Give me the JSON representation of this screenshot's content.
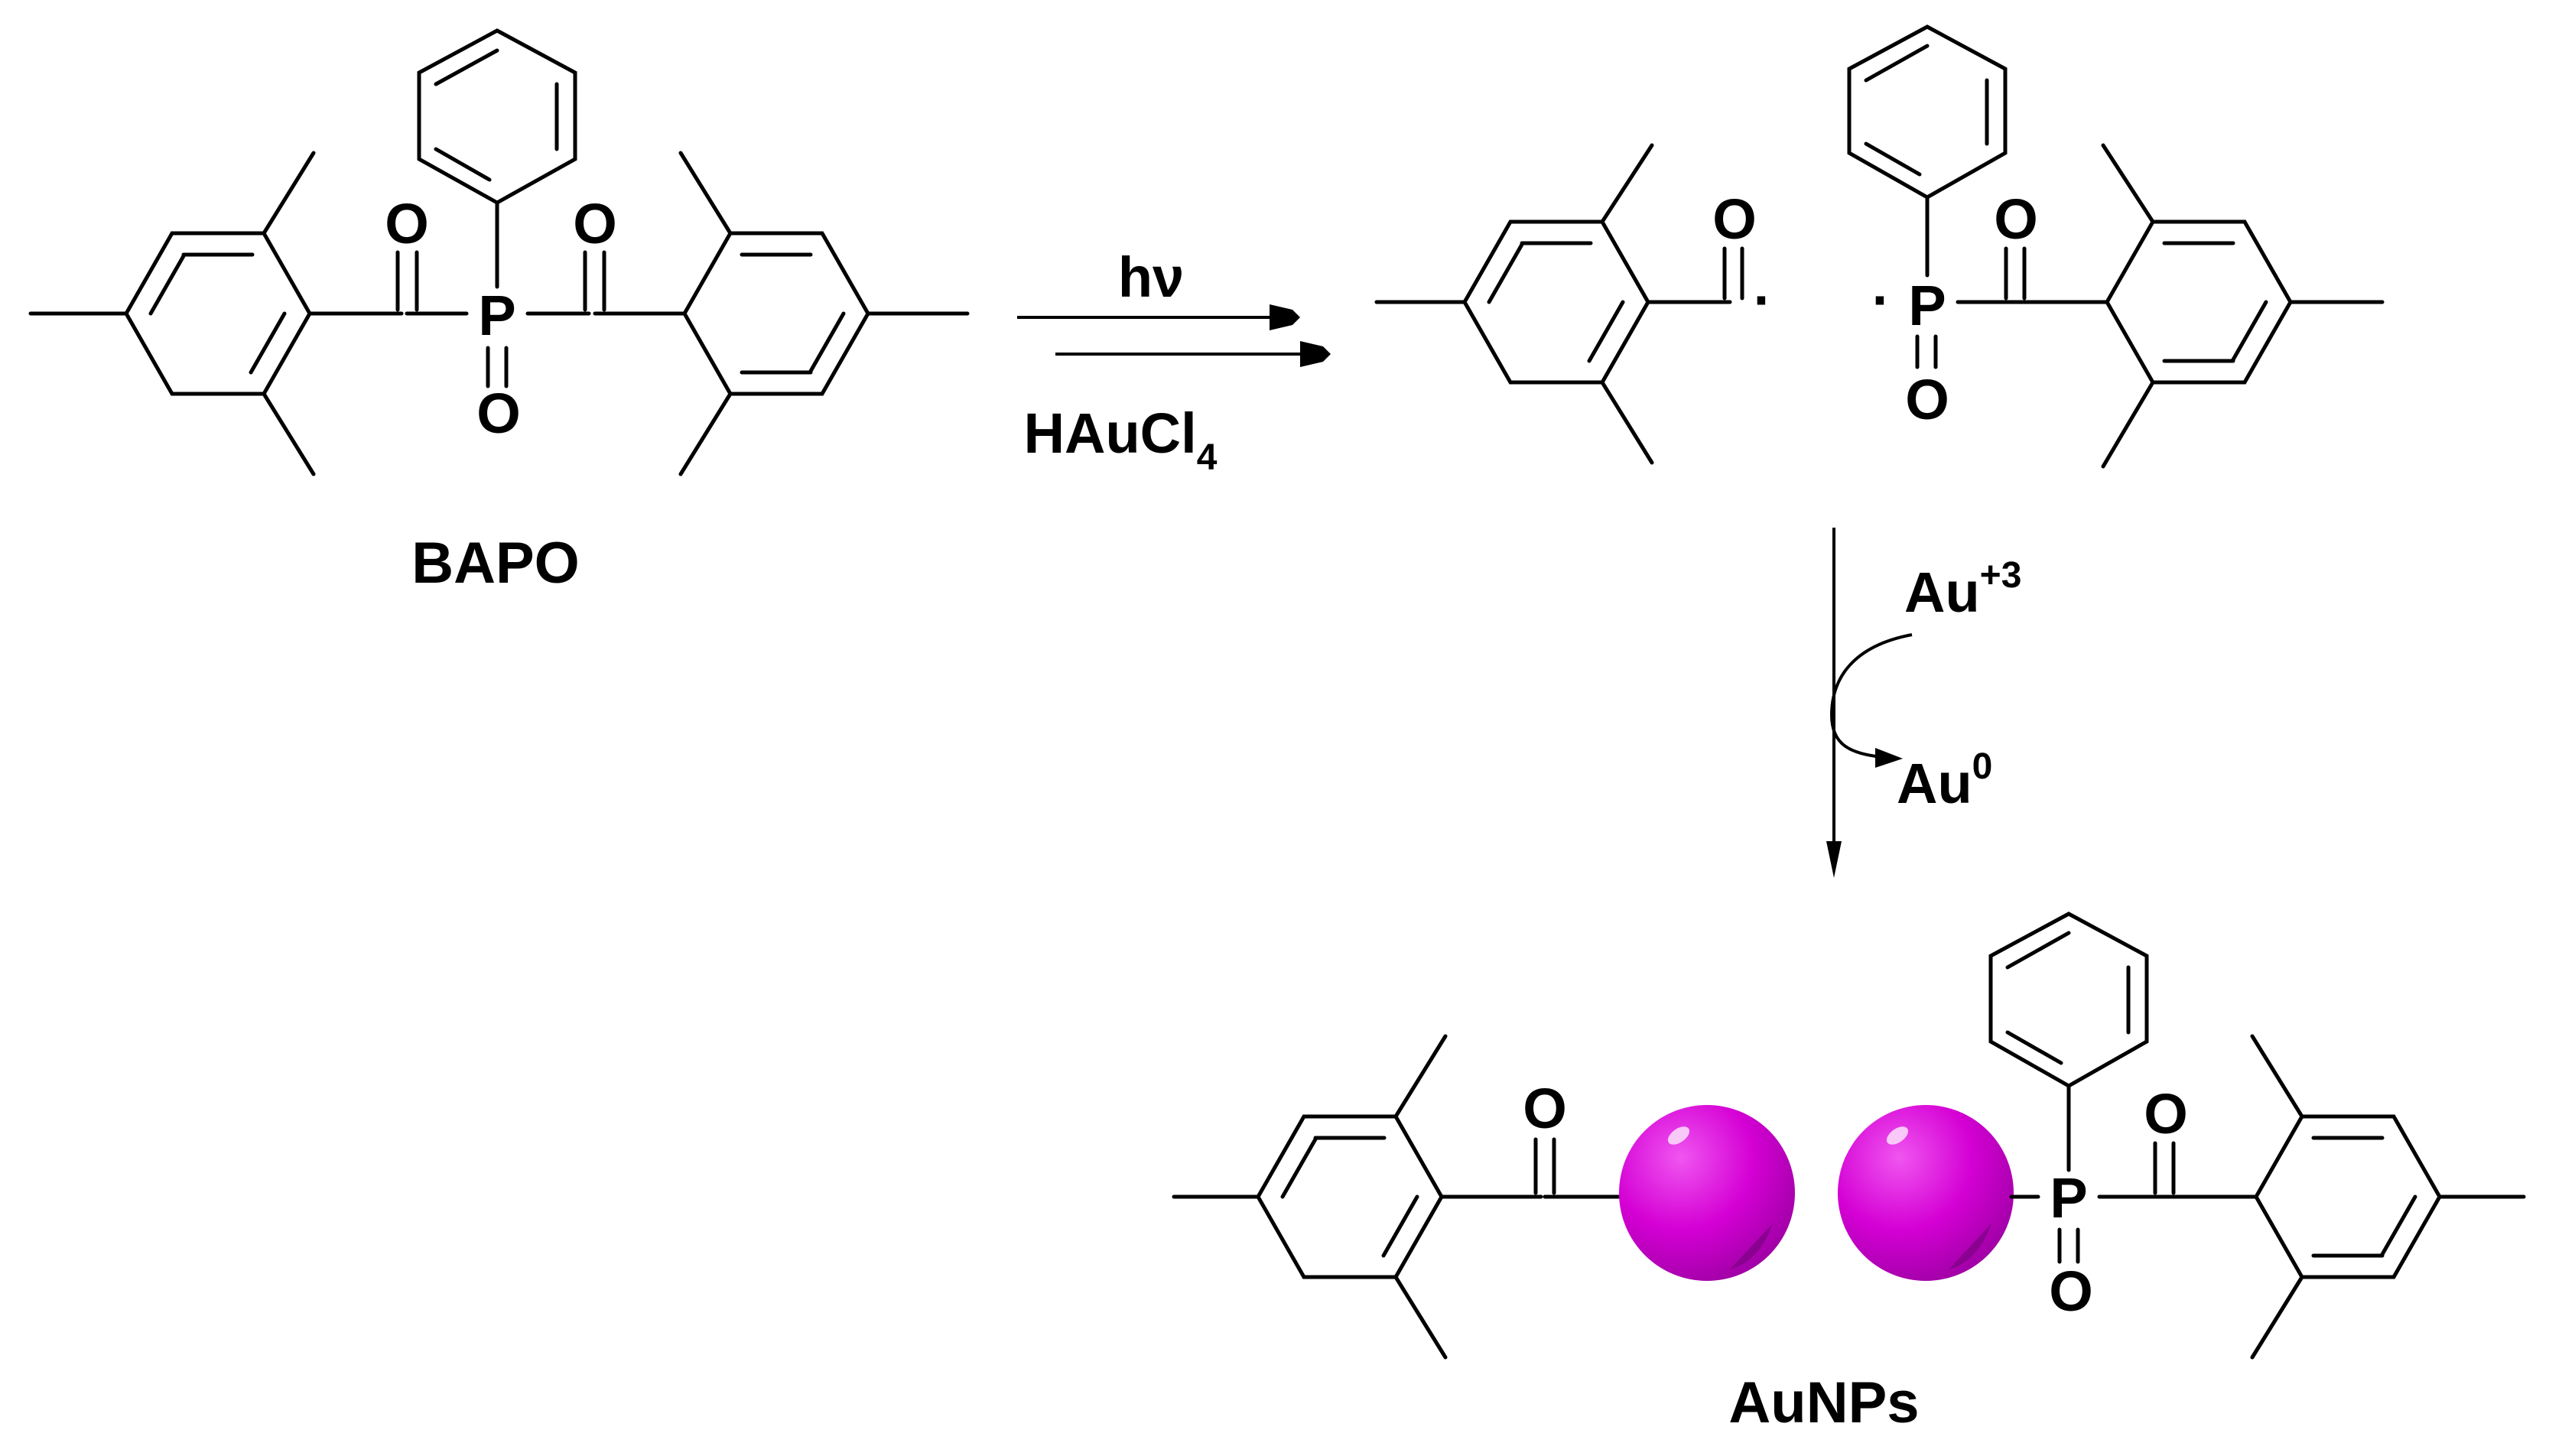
{
  "reactant": {
    "name": "BAPO",
    "atoms": {
      "carbonyl_o_left": "O",
      "carbonyl_o_right": "O",
      "phosphorus": "P",
      "phosphoryl_o": "O"
    }
  },
  "arrow1": {
    "above": "hν",
    "below_main": "HAuCl",
    "below_sub": "4"
  },
  "radicals": {
    "benzoyl_o": "O",
    "benzoyl_dot": "·",
    "phosphinoyl_dot": "·",
    "phosphorus": "P",
    "phosphoryl_o": "O",
    "carbonyl_o": "O"
  },
  "arrow2": {
    "reactant_main": "Au",
    "reactant_sup": "+3",
    "product_main": "Au",
    "product_sup": "0"
  },
  "product": {
    "name": "AuNPs",
    "carbonyl_o_left": "O",
    "phosphorus": "P",
    "phosphoryl_o": "O",
    "carbonyl_o_right": "O",
    "nanoparticle_color": "#d400d4"
  }
}
